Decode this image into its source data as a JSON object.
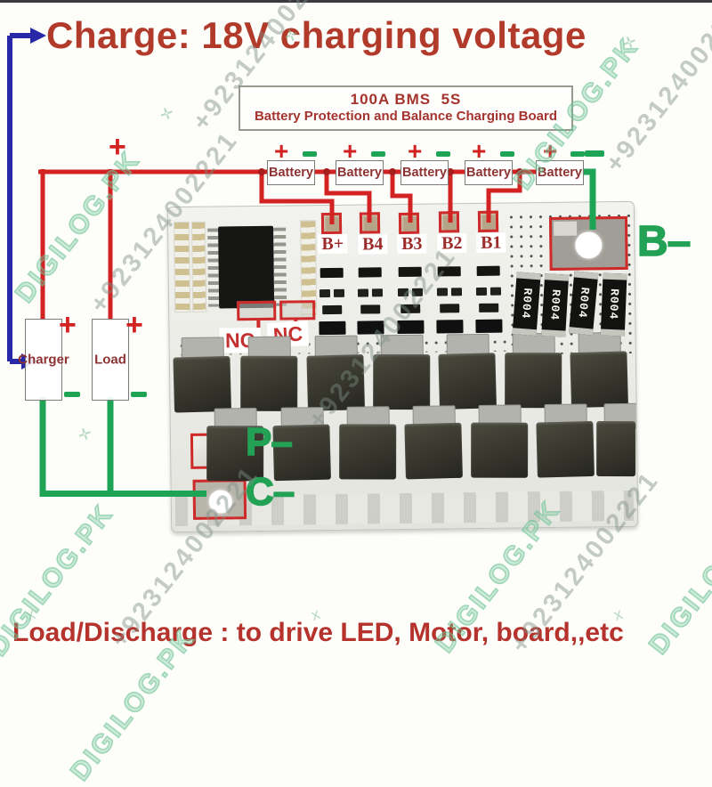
{
  "title": "Charge: 18V charging voltage",
  "info_box": {
    "line1": "100A BMS  5S",
    "line2": "Battery Protection and Balance Charging Board"
  },
  "symbols": {
    "plus": "+",
    "minus": "−"
  },
  "battery_row": {
    "items": [
      {
        "label": "Battery"
      },
      {
        "label": "Battery"
      },
      {
        "label": "Battery"
      },
      {
        "label": "Battery"
      },
      {
        "label": "Battery"
      }
    ]
  },
  "ports": {
    "b_plus": "B+",
    "b4": "B4",
    "b3": "B3",
    "b2": "B2",
    "b1": "B1",
    "b_minus": "B–",
    "p_minus": "P–",
    "c_minus": "C–",
    "nc_left": "NC",
    "nc_right": "NC"
  },
  "devices": {
    "charger": "Charger",
    "load": "Load"
  },
  "pcb": {
    "shunt_label": "R004",
    "shunt_count": 4
  },
  "footer": "Load/Discharge : to drive LED, Motor, board,,etc",
  "watermark": {
    "brand": "DIGILOG.PK",
    "phone": "+923124002221"
  },
  "colors": {
    "wire_red": "#d32222",
    "wire_green": "#1ea455",
    "wire_blue": "#2828a8",
    "title_red": "#b13a2a",
    "label_red": "#9c2b2b",
    "port_green": "#23a155",
    "pad_highlight_red": "#cf2a2a"
  }
}
